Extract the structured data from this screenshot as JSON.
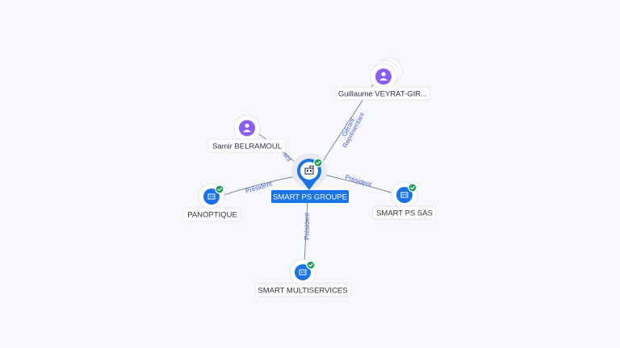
{
  "nodes": {
    "center": {
      "label": "SMART PS GROUPE",
      "type": "company"
    },
    "guillaume": {
      "label": "Guillaume VEYRAT-GIR...",
      "type": "person"
    },
    "samir": {
      "label": "Samir BELRAMOUL",
      "type": "person"
    },
    "panoptique": {
      "label": "PANOPTIQUE",
      "type": "company"
    },
    "smartpssas": {
      "label": "SMART PS SAS",
      "type": "company"
    },
    "multiservices": {
      "label": "SMART MULTISERVICES",
      "type": "company"
    }
  },
  "edges": {
    "guillaume_center_a": "Gérant",
    "guillaume_center_b": "Représentant",
    "samir_center": "Gérant",
    "center_panoptique": "Président",
    "center_smartpssas": "Président",
    "center_multiservices": "Président"
  },
  "colors": {
    "company": "#1a73e8",
    "person": "#8b5cf6",
    "verified": "#1f9d55",
    "edge_label": "#4a63d8"
  },
  "icons": {
    "company": "building-icon",
    "person": "person-icon",
    "verified": "check-badge-icon"
  }
}
